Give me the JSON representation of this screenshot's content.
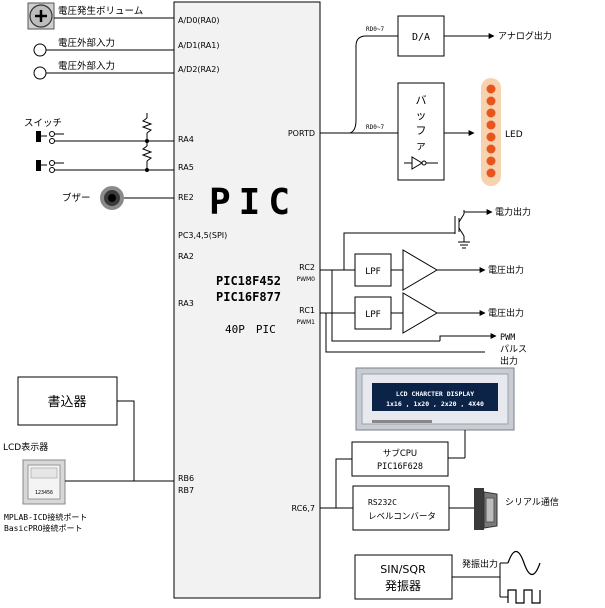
{
  "pic": {
    "title": "PIC",
    "model1": "PIC18F452",
    "model2": "PIC16F877",
    "package": "40P　PIC",
    "pins": {
      "ra0": "A/D0(RA0)",
      "ra1": "A/D1(RA1)",
      "ra2": "A/D2(RA2)",
      "ra4": "RA4",
      "ra5": "RA5",
      "re2": "RE2",
      "spi": "PC3,4,5(SPI)",
      "ra2b": "RA2",
      "ra3": "RA3",
      "rb6": "RB6",
      "rb7": "RB7",
      "portd": "PORTD",
      "rc2": "RC2",
      "pwm0": "PWM0",
      "rc1": "RC1",
      "pwm1": "PWM1",
      "rc67": "RC6,7"
    }
  },
  "inputs": {
    "volume": "電圧発生ボリューム",
    "ext1": "電圧外部入力",
    "ext2": "電圧外部入力",
    "switch": "スイッチ",
    "buzzer": "ブザー"
  },
  "bus": {
    "rd_top": "RD0~7",
    "rd_mid": "RD0~7"
  },
  "blocks": {
    "da": "D/A",
    "buffer": [
      "バ",
      "ッ",
      "フ",
      "ァ"
    ],
    "lpf1": "LPF",
    "lpf2": "LPF",
    "writer": "書込器",
    "subcpu_line1": "サブCPU",
    "subcpu_line2": "PIC16F628",
    "rs232_line1": "RS232C",
    "rs232_line2": "レベルコンバータ",
    "osc_line1": "SIN/SQR",
    "osc_line2": "発振器"
  },
  "outputs": {
    "analog": "アナログ出力",
    "led": "LED",
    "power": "電力出力",
    "volt1": "電圧出力",
    "volt2": "電圧出力",
    "pwm_line1": "PWM",
    "pwm_line2": "パルス",
    "pwm_line3": "出力",
    "serial": "シリアル通信",
    "osc_out": "発振出力"
  },
  "lcd": {
    "line1": "LCD CHARCTER DISPLAY",
    "line2": "1x16 , 1x20 , 2x20 , 4X40"
  },
  "left_bottom": {
    "lcd_label": "LCD表示器",
    "connector_digits": "123456",
    "icd_port": "MPLAB-ICD接続ポート",
    "basic_port": "BasicPRO接続ポート"
  },
  "colors": {
    "led_on": "#e8541e",
    "led_glow": "#f3b27a",
    "lcd_bg": "#0c2348",
    "lcd_panel": "#d5d9e0",
    "pic_fill": "#f2f2f2"
  }
}
